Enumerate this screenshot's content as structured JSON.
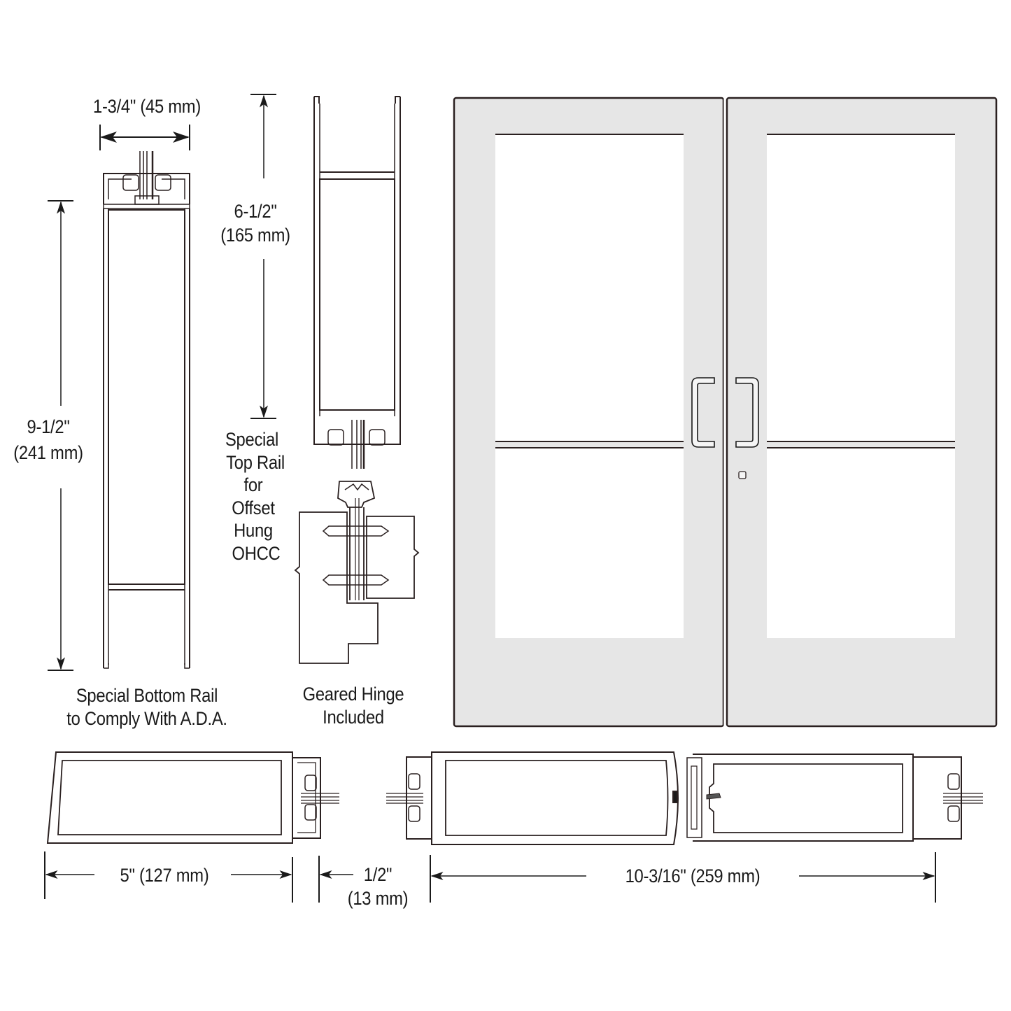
{
  "title": "Double door elevation with section details",
  "colors": {
    "line": "#2a2020",
    "door_panel": "#e6e6e6",
    "glass": "#ffffff",
    "background": "#ffffff"
  },
  "dimensions": {
    "stile_width": "1-3/4\" (45 mm)",
    "top_rail_height_in": "6-1/2\"",
    "top_rail_height_mm": "(165 mm)",
    "bottom_rail_height_in": "9-1/2\"",
    "bottom_rail_height_mm": "(241 mm)",
    "hinge_stile_width": "5\" (127 mm)",
    "gap_in": "1/2\"",
    "gap_mm": "(13 mm)",
    "meeting_stile_width": "10-3/16\" (259 mm)"
  },
  "callouts": {
    "top_rail": [
      "Special",
      "Top Rail",
      "for",
      "Offset",
      "Hung",
      "OHCC"
    ],
    "bottom_rail": [
      "Special Bottom Rail",
      "to Comply With A.D.A."
    ],
    "hinge": [
      "Geared Hinge",
      "Included"
    ]
  },
  "icons": {
    "door_pull_left": "d-pull-handle-icon",
    "door_pull_right": "d-pull-handle-icon",
    "lock_cylinder": "thumbturn-lock-icon"
  }
}
